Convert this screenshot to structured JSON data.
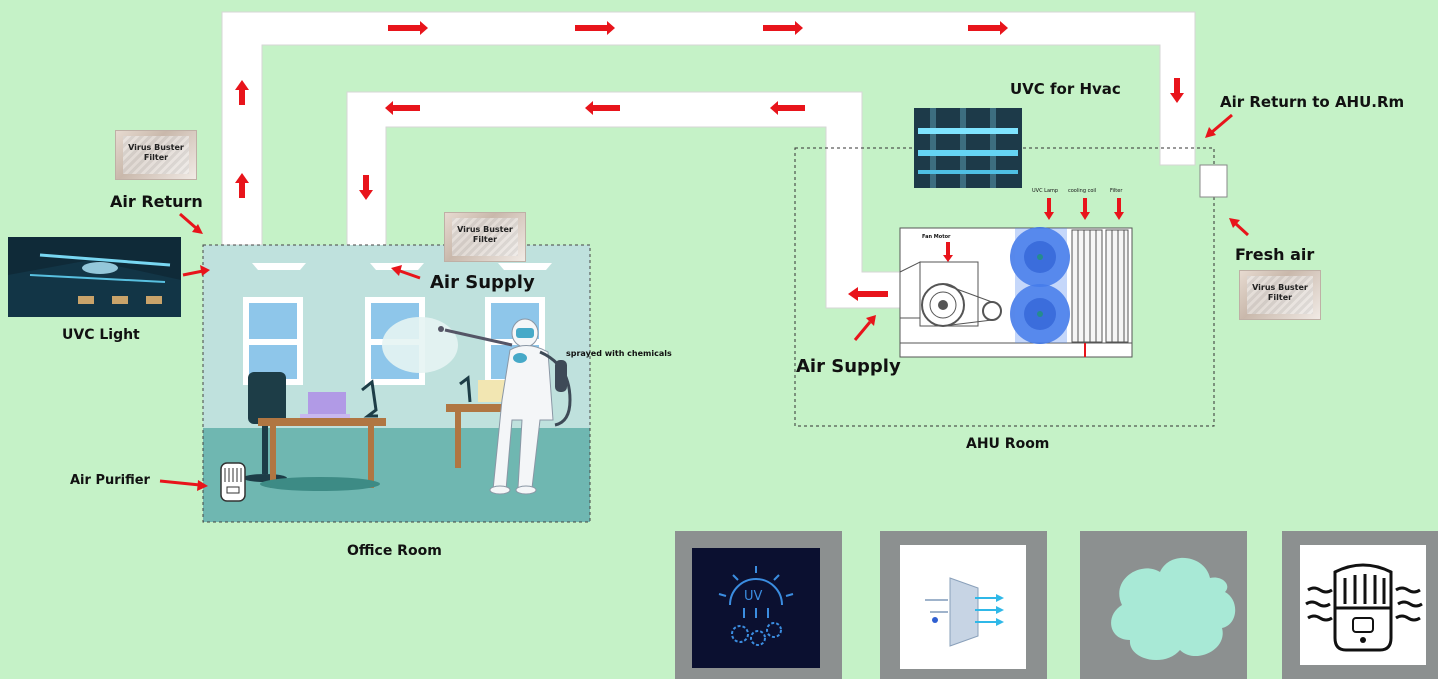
{
  "labels": {
    "uvc_for_hvac": "UVC for Hvac",
    "air_return_to_ahu": "Air Return to AHU.Rm",
    "air_return": "Air Return",
    "uvc_light": "UVC Light",
    "air_supply_office": "Air Supply",
    "air_supply_ahu": "Air Supply",
    "fresh_air": "Fresh air",
    "air_purifier": "Air Purifier",
    "office_room": "Office Room",
    "ahu_room": "AHU Room",
    "sprayed": "sprayed with chemicals",
    "fan_motor": "Fan Motor",
    "uvc_lamp": "UVC Lamp",
    "cooling_coil": "cooling coil",
    "filter": "Filter"
  },
  "filter_cards": [
    {
      "id": "return",
      "line1": "Virus Buster",
      "line2": "Filter"
    },
    {
      "id": "supply",
      "line1": "Virus Buster",
      "line2": "Filter"
    },
    {
      "id": "fresh",
      "line1": "Virus Buster",
      "line2": "Filter"
    }
  ],
  "tile_icons": [
    "uv-disinfection-icon",
    "air-filter-icon",
    "cloud-icon",
    "air-purifier-icon"
  ],
  "tile_uv_text": "UV",
  "colors": {
    "background": "#c5f2c7",
    "duct": "#ffffff",
    "arrow": "#e8141b",
    "tile": "#8c9090"
  }
}
